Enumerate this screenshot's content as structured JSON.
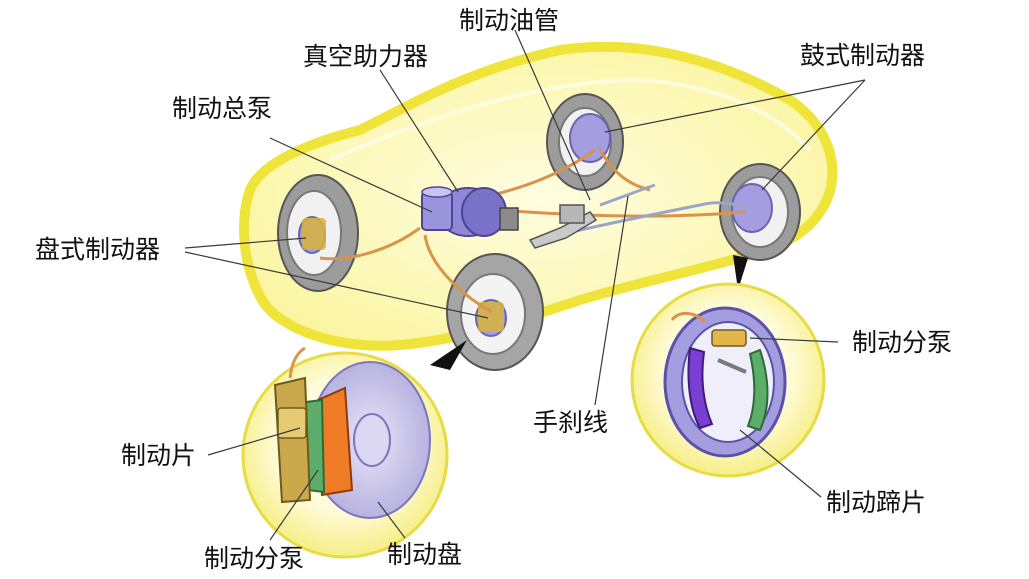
{
  "labels": {
    "brake_oil_pipe": "制动油管",
    "vacuum_booster": "真空助力器",
    "drum_brake": "鼓式制动器",
    "master_cylinder": "制动总泵",
    "disc_brake": "盘式制动器",
    "wheel_cylinder_right": "制动分泵",
    "handbrake_cable": "手刹线",
    "brake_pad": "制动片",
    "brake_shoe": "制动蹄片",
    "wheel_cylinder_left": "制动分泵",
    "brake_disc": "制动盘"
  },
  "colors": {
    "car_body": "#fbf7a8",
    "car_outline": "#ece42a",
    "tire": "#b9b9b9",
    "tire_dark": "#6c6c6c",
    "rim": "#ffffff",
    "hub": "#a49ee0",
    "pipe": "#d9a066",
    "leader": "#3a3a3a",
    "zoom_bg": "#fdf8b0",
    "pad_orange": "#f07c28",
    "pad_green": "#5cae6a",
    "shoe_purple": "#7a3fd2"
  }
}
